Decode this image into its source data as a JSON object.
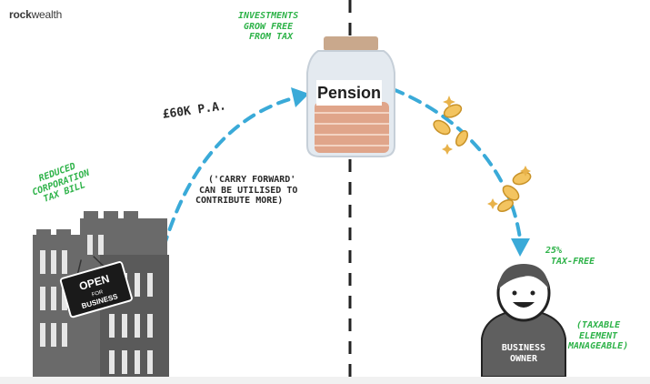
{
  "brand": {
    "logo_bold": "rock",
    "logo_light": "wealth"
  },
  "annotations": {
    "investments": [
      "Investments",
      "grow free",
      "from tax"
    ],
    "contribution": "£60K P.A.",
    "carry_forward": [
      "('carry forward'",
      "can be utilised to",
      "contribute more)"
    ],
    "reduced_tax": [
      "Reduced",
      "corporation",
      "tax bill"
    ],
    "tax_free": [
      "25%",
      "tax-free"
    ],
    "taxable": [
      "(taxable",
      "element",
      "manageable)"
    ]
  },
  "jar": {
    "label": "Pension"
  },
  "sign": {
    "top": "OPEN",
    "middle": "FOR",
    "bottom": "BUSINESS"
  },
  "person": {
    "label_line1": "BUSINESS",
    "label_line2": "OWNER"
  },
  "colors": {
    "arrow": "#3aaad8",
    "accent_green": "#2fb34a",
    "building": "#6a6a6a",
    "coin": "#e8b24a",
    "coin_stack": "#e0a58a"
  }
}
